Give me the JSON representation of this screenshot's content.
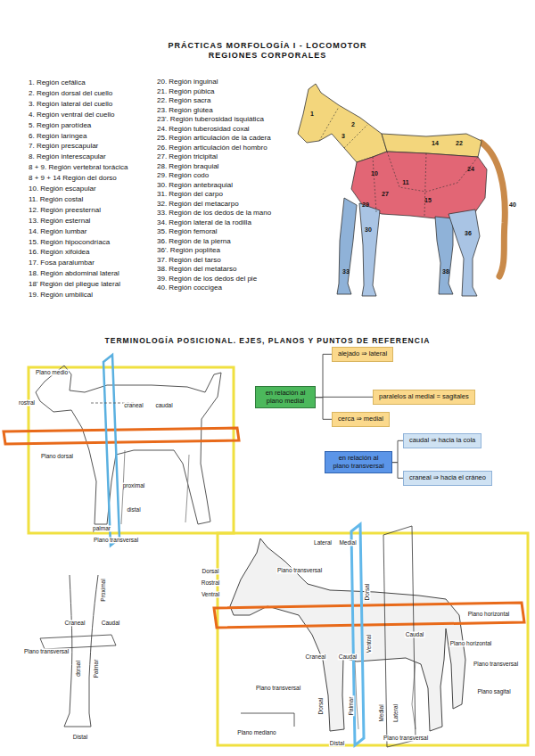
{
  "diagram": {
    "title": "PRÁCTICAS MORFOLOGÍA I - LOCOMOTOR",
    "nodes": [
      {
        "text": [
          "en relación al plano medial"
        ]
      },
      {
        "text": [
          "alejado ⇒ lateral"
        ]
      },
      {
        "text": [
          "paralelos al medial = sagitales"
        ]
      },
      {
        "text": [
          "cerca ⇒ medial"
        ]
      },
      {
        "text": [
          "en relación al plano transversal"
        ]
      },
      {
        "text": [
          "caudal ⇒ hacia la cola"
        ]
      },
      {
        "text": [
          "craneal ⇒ hacia el cráneo"
        ]
      }
    ],
    "edges": [
      {
        "from": 0,
        "to": 1,
        "arrow": "none"
      },
      {
        "from": 0,
        "to": 2,
        "arrow": "none"
      },
      {
        "from": 0,
        "to": 3,
        "arrow": "none"
      },
      {
        "from": 4,
        "to": 5,
        "arrow": "none"
      },
      {
        "from": 4,
        "to": 6,
        "arrow": "none"
      }
    ],
    "labels": [
      "REGIONES CORPORALES",
      "1. Región cefálica",
      "2. Región dorsal del cuello",
      "3. Región lateral del cuello",
      "4. Región ventral del cuello",
      "5. Región parotídea",
      "6. Región laríngea",
      "7. Región prescapular",
      "8. Región interescapular",
      "8 + 9. Región vertebral torácica",
      "8 + 9 + 14 Región del dorso",
      "10. Región escapular",
      "11. Región costal",
      "12. Región preesternal",
      "13. Región esternal",
      "14. Región lumbar",
      "15. Región hipocondríaca",
      "16. Región xifoidea",
      "17. Fosa paralumbar",
      "18. Región abdominal lateral",
      "18' Región del pliegue lateral",
      "19. Región umbilical",
      "20. Región inguinal",
      "21. Región púbica",
      "22. Región sacra",
      "23. Región glútea",
      "23'. Región tuberosidad isquiática",
      "24. Región tuberosidad coxal",
      "25. Región articulación de la cadera",
      "26. Región articulación del hombro",
      "27. Región tricipital",
      "28. Región braquial",
      "29. Región codo",
      "30. Región antebraquial",
      "31. Región del carpo",
      "32. Región del metacarpo",
      "33. Región de los dedos de la mano",
      "34. Región lateral de la rodilla",
      "35. Región femoral",
      "36. Región de la pierna",
      "36'. Región poplítea",
      "37. Región del tarso",
      "38. Región del metatarso",
      "39. Región de los dedos del pie",
      "40. Región coccígea",
      "1",
      "2",
      "3",
      "10",
      "11",
      "14",
      "15",
      "22",
      "24",
      "27",
      "29",
      "30",
      "33",
      "36",
      "38",
      "40",
      "TERMINOLOGÍA POSICIONAL. EJES, PLANOS Y PUNTOS DE REFERENCIA",
      "Plano medio",
      "rostral",
      "craneal",
      "caudal",
      "Plano dorsal",
      "proximal",
      "distal",
      "palmar",
      "Plano transversal",
      "Proximal",
      "Craneal",
      "Caudal",
      "Plano transversal",
      "dorsal",
      "Palmar",
      "Distal",
      "Lateral",
      "Medial",
      "Dorsal",
      "Rostral",
      "Ventral",
      "Plano transversal",
      "Dorsal",
      "Caudal",
      "Plano horizontal",
      "Plano horizontal",
      "Ventral",
      "Craneal",
      "Caudal",
      "Plano transversal",
      "Plano transversal",
      "Dorsal",
      "Palmar",
      "Medial",
      "Lateral",
      "Plano transversal",
      "Plano sagital",
      "Plano mediano",
      "Distal"
    ]
  }
}
